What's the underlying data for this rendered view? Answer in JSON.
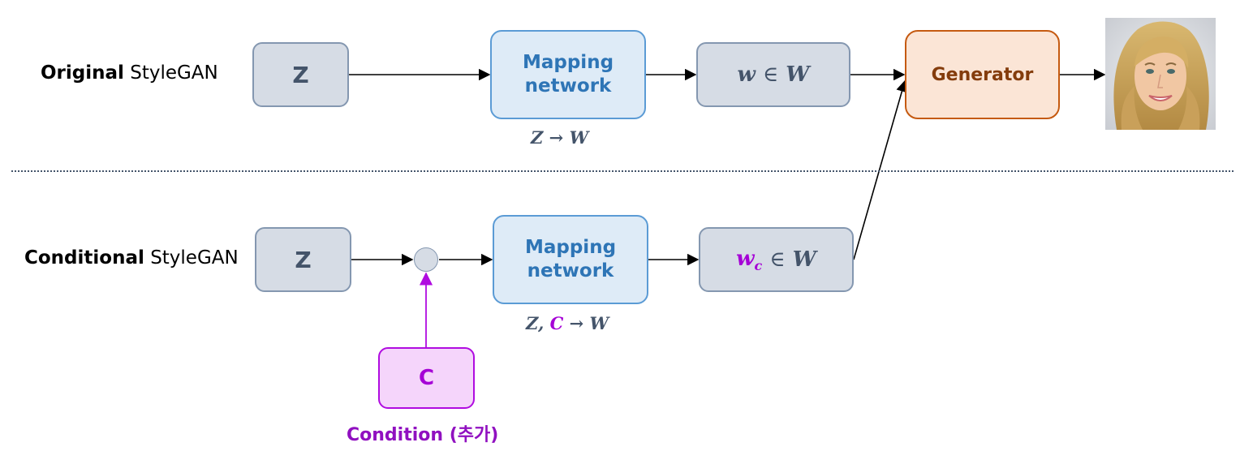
{
  "rows": {
    "original": {
      "label_bold": "Original",
      "label_rest": "StyleGAN"
    },
    "conditional": {
      "label_bold": "Conditional",
      "label_rest": "StyleGAN"
    }
  },
  "nodes": {
    "z_top": "Z",
    "mapping_top": [
      "Mapping",
      "network"
    ],
    "w_top": {
      "w": "w",
      "in": "∈",
      "W": "W"
    },
    "generator": "Generator",
    "z_bottom": "Z",
    "mapping_bottom": [
      "Mapping",
      "network"
    ],
    "w_bottom": {
      "w": "w",
      "sub": "c",
      "in": "∈",
      "W": "W"
    },
    "condition_box": "C"
  },
  "captions": {
    "mapping_top": {
      "z": "Z",
      "arrow": "→",
      "w": "W"
    },
    "mapping_bottom": {
      "z": "Z",
      "comma": ",",
      "c": "C",
      "arrow": "→",
      "w": "W"
    },
    "condition": "Condition (추가)"
  },
  "colors": {
    "latent": "#d6dce5",
    "mapping": "#deebf7",
    "generator": "#fbe5d6",
    "condition": "#a500d6"
  },
  "icons": {
    "output": "generated-face-image"
  }
}
